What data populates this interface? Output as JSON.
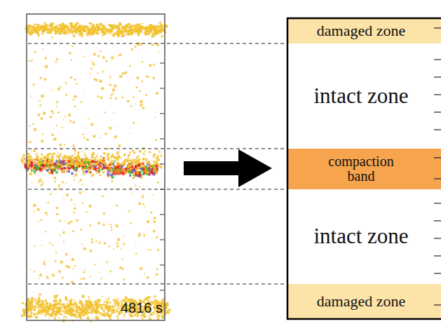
{
  "diagram": {
    "nodes": [
      {
        "text": [
          "damaged zone"
        ]
      },
      {
        "text": [
          "intact zone"
        ]
      },
      {
        "text": [
          "compaction band"
        ]
      },
      {
        "text": [
          "intact zone"
        ]
      },
      {
        "text": [
          "damaged zone"
        ]
      }
    ],
    "labels": [
      "4816 s"
    ]
  }
}
